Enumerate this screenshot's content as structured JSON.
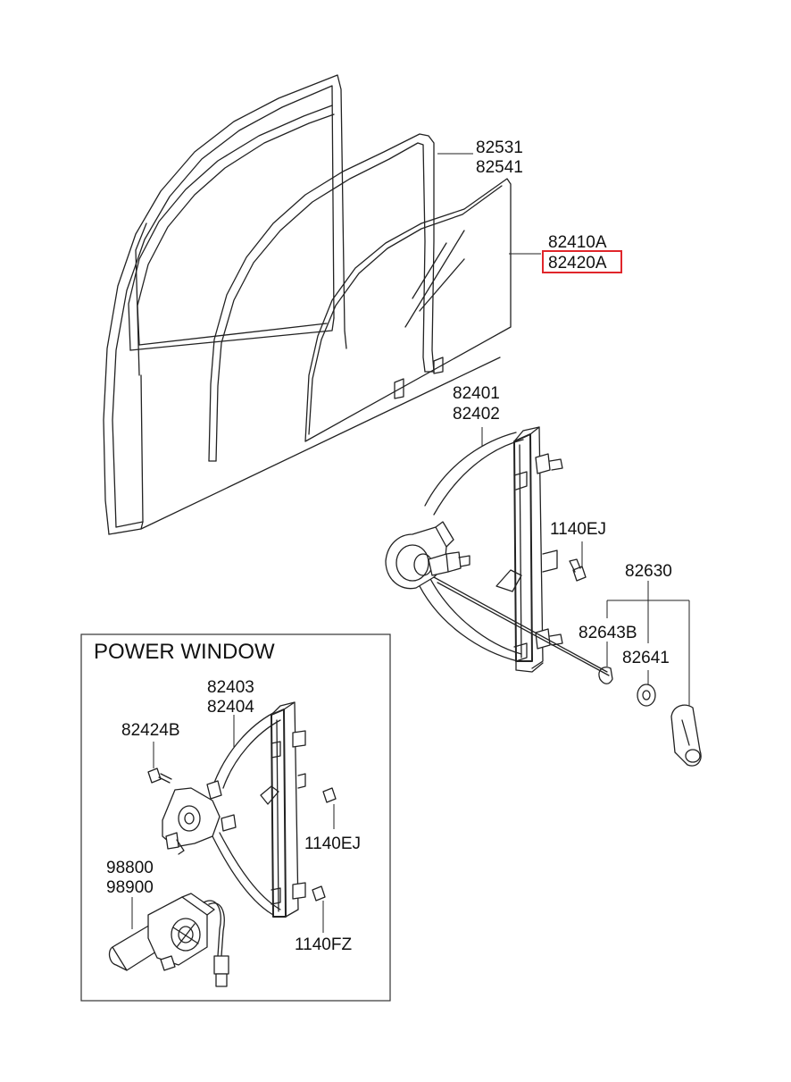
{
  "labels": {
    "l_82531": "82531",
    "l_82541": "82541",
    "l_82410a": "82410A",
    "l_82420a": "82420A",
    "l_82401": "82401",
    "l_82402": "82402",
    "l_1140ej_top": "1140EJ",
    "l_82630": "82630",
    "l_82643b": "82643B",
    "l_82641": "82641",
    "l_82403": "82403",
    "l_82404": "82404",
    "l_82424b": "82424B",
    "l_1140ej_box": "1140EJ",
    "l_98800": "98800",
    "l_98900": "98900",
    "l_1140fz": "1140FZ"
  },
  "inset": {
    "title": "POWER WINDOW"
  },
  "highlight": {
    "part": "82420A",
    "color": "#e0262b"
  }
}
